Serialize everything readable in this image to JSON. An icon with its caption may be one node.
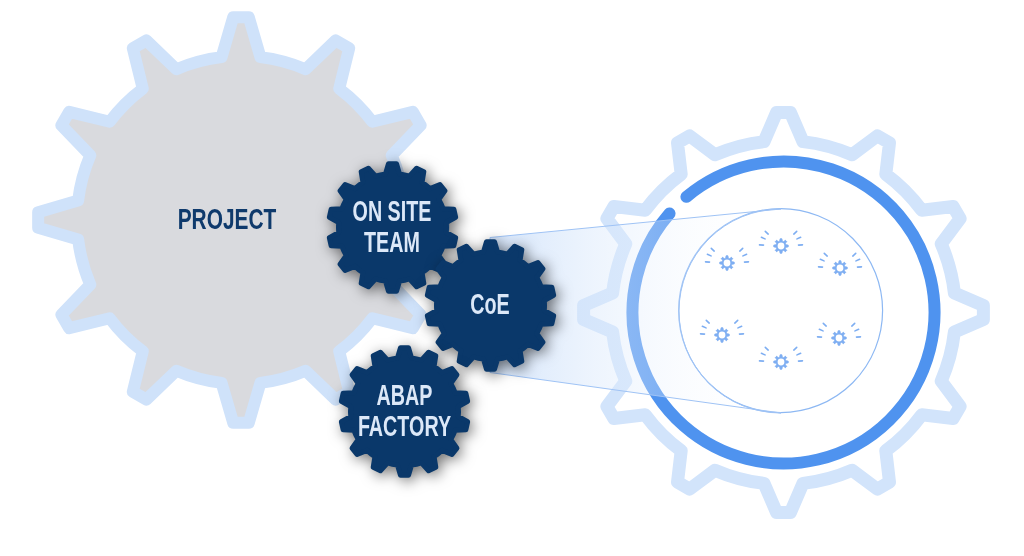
{
  "diagram": {
    "nodes": [
      {
        "text": [
          "PROJECT"
        ]
      },
      {
        "text": [
          "ON SITE TEAM"
        ]
      },
      {
        "text": [
          "CoE"
        ]
      },
      {
        "text": [
          "ABAP FACTORY"
        ]
      },
      {
        "text": [],
        "shape": "gear"
      },
      {
        "text": [],
        "shape": "circle",
        "in": 4
      }
    ],
    "edges": [
      {
        "from": 2,
        "to": 5,
        "arrow": "none"
      }
    ]
  }
}
